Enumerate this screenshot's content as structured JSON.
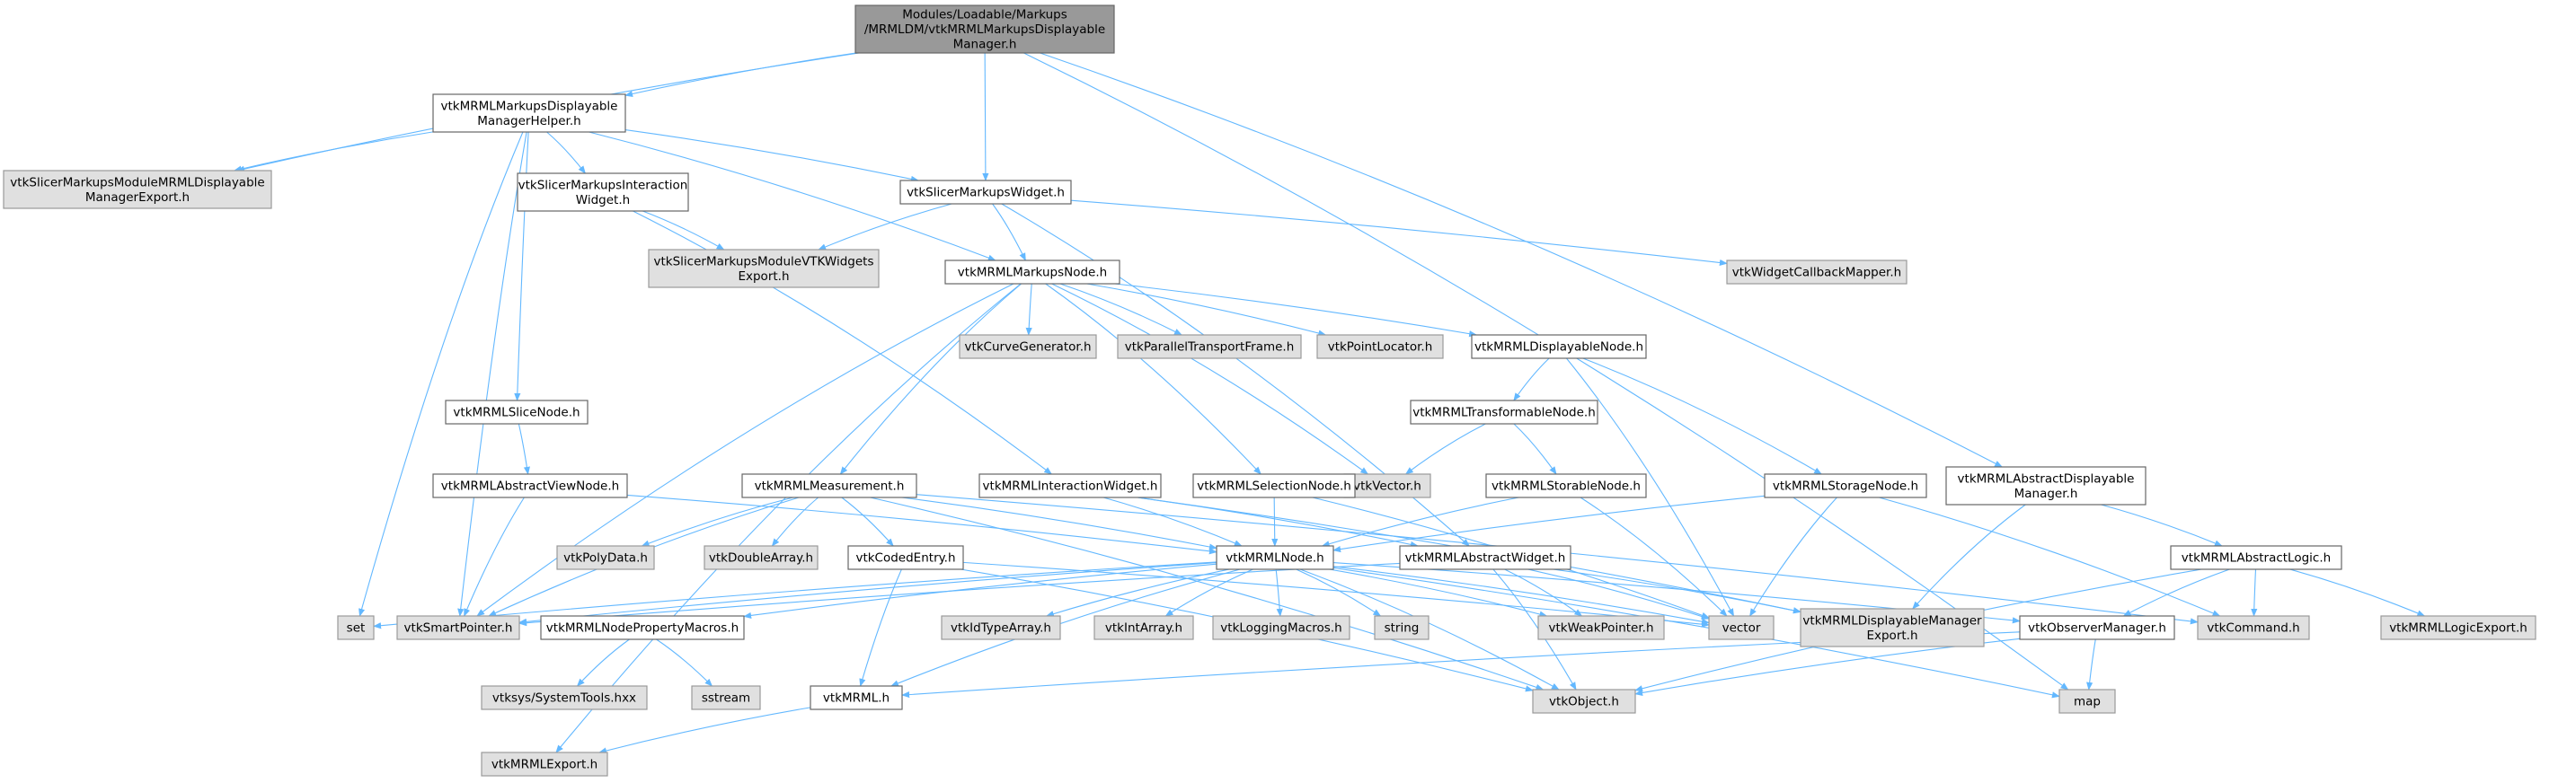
{
  "colors": {
    "root_fill": "#999999",
    "doc_fill": "#ffffff",
    "doc_stroke": "#666666",
    "ext_fill": "#e0e0e0",
    "ext_stroke": "#999999",
    "edge": "#63b8ff"
  },
  "nodes": {
    "root": [
      "Modules/Loadable/Markups",
      "/MRMLDM/vtkMRMLMarkupsDisplayable",
      "Manager.h"
    ],
    "helper": [
      "vtkMRMLMarkupsDisplayable",
      "ManagerHelper.h"
    ],
    "smmExport": [
      "vtkSlicerMarkupsModuleMRMLDisplayable",
      "ManagerExport.h"
    ],
    "interactionWidgetSlicer": [
      "vtkSlicerMarkupsInteraction",
      "Widget.h"
    ],
    "markupsWidget": [
      "vtkSlicerMarkupsWidget.h"
    ],
    "vtkWidgetsExport": [
      "vtkSlicerMarkupsModuleVTKWidgets",
      "Export.h"
    ],
    "widgetCallbackMapper": [
      "vtkWidgetCallbackMapper.h"
    ],
    "markupsNode": [
      "vtkMRMLMarkupsNode.h"
    ],
    "curveGenerator": [
      "vtkCurveGenerator.h"
    ],
    "parallelTransport": [
      "vtkParallelTransportFrame.h"
    ],
    "pointLocator": [
      "vtkPointLocator.h"
    ],
    "displayableNode": [
      "vtkMRMLDisplayableNode.h"
    ],
    "transformableNode": [
      "vtkMRMLTransformableNode.h"
    ],
    "sliceNode": [
      "vtkMRMLSliceNode.h"
    ],
    "vtkVector": [
      "vtkVector.h"
    ],
    "storableNode": [
      "vtkMRMLStorableNode.h"
    ],
    "storageNode": [
      "vtkMRMLStorageNode.h"
    ],
    "abstractDisplayableManager": [
      "vtkMRMLAbstractDisplayable",
      "Manager.h"
    ],
    "abstractViewNode": [
      "vtkMRMLAbstractViewNode.h"
    ],
    "measurement": [
      "vtkMRMLMeasurement.h"
    ],
    "interactionWidget": [
      "vtkMRMLInteractionWidget.h"
    ],
    "selectionNode": [
      "vtkMRMLSelectionNode.h"
    ],
    "abstractLogic": [
      "vtkMRMLAbstractLogic.h"
    ],
    "polyData": [
      "vtkPolyData.h"
    ],
    "doubleArray": [
      "vtkDoubleArray.h"
    ],
    "codedEntry": [
      "vtkCodedEntry.h"
    ],
    "mrmlNode": [
      "vtkMRMLNode.h"
    ],
    "abstractWidget": [
      "vtkMRMLAbstractWidget.h"
    ],
    "set": [
      "set"
    ],
    "smartPointer": [
      "vtkSmartPointer.h"
    ],
    "nodePropertyMacros": [
      "vtkMRMLNodePropertyMacros.h"
    ],
    "idTypeArray": [
      "vtkIdTypeArray.h"
    ],
    "intArray": [
      "vtkIntArray.h"
    ],
    "loggingMacros": [
      "vtkLoggingMacros.h"
    ],
    "string": [
      "string"
    ],
    "weakPointer": [
      "vtkWeakPointer.h"
    ],
    "vector": [
      "vector"
    ],
    "dmExport": [
      "vtkMRMLDisplayableManager",
      "Export.h"
    ],
    "observerManager": [
      "vtkObserverManager.h"
    ],
    "vtkCommand": [
      "vtkCommand.h"
    ],
    "logicExport": [
      "vtkMRMLLogicExport.h"
    ],
    "systemTools": [
      "vtksys/SystemTools.hxx"
    ],
    "sstream": [
      "sstream"
    ],
    "vtkMRML": [
      "vtkMRML.h"
    ],
    "vtkObject": [
      "vtkObject.h"
    ],
    "map": [
      "map"
    ],
    "mrmlExport": [
      "vtkMRMLExport.h"
    ]
  }
}
